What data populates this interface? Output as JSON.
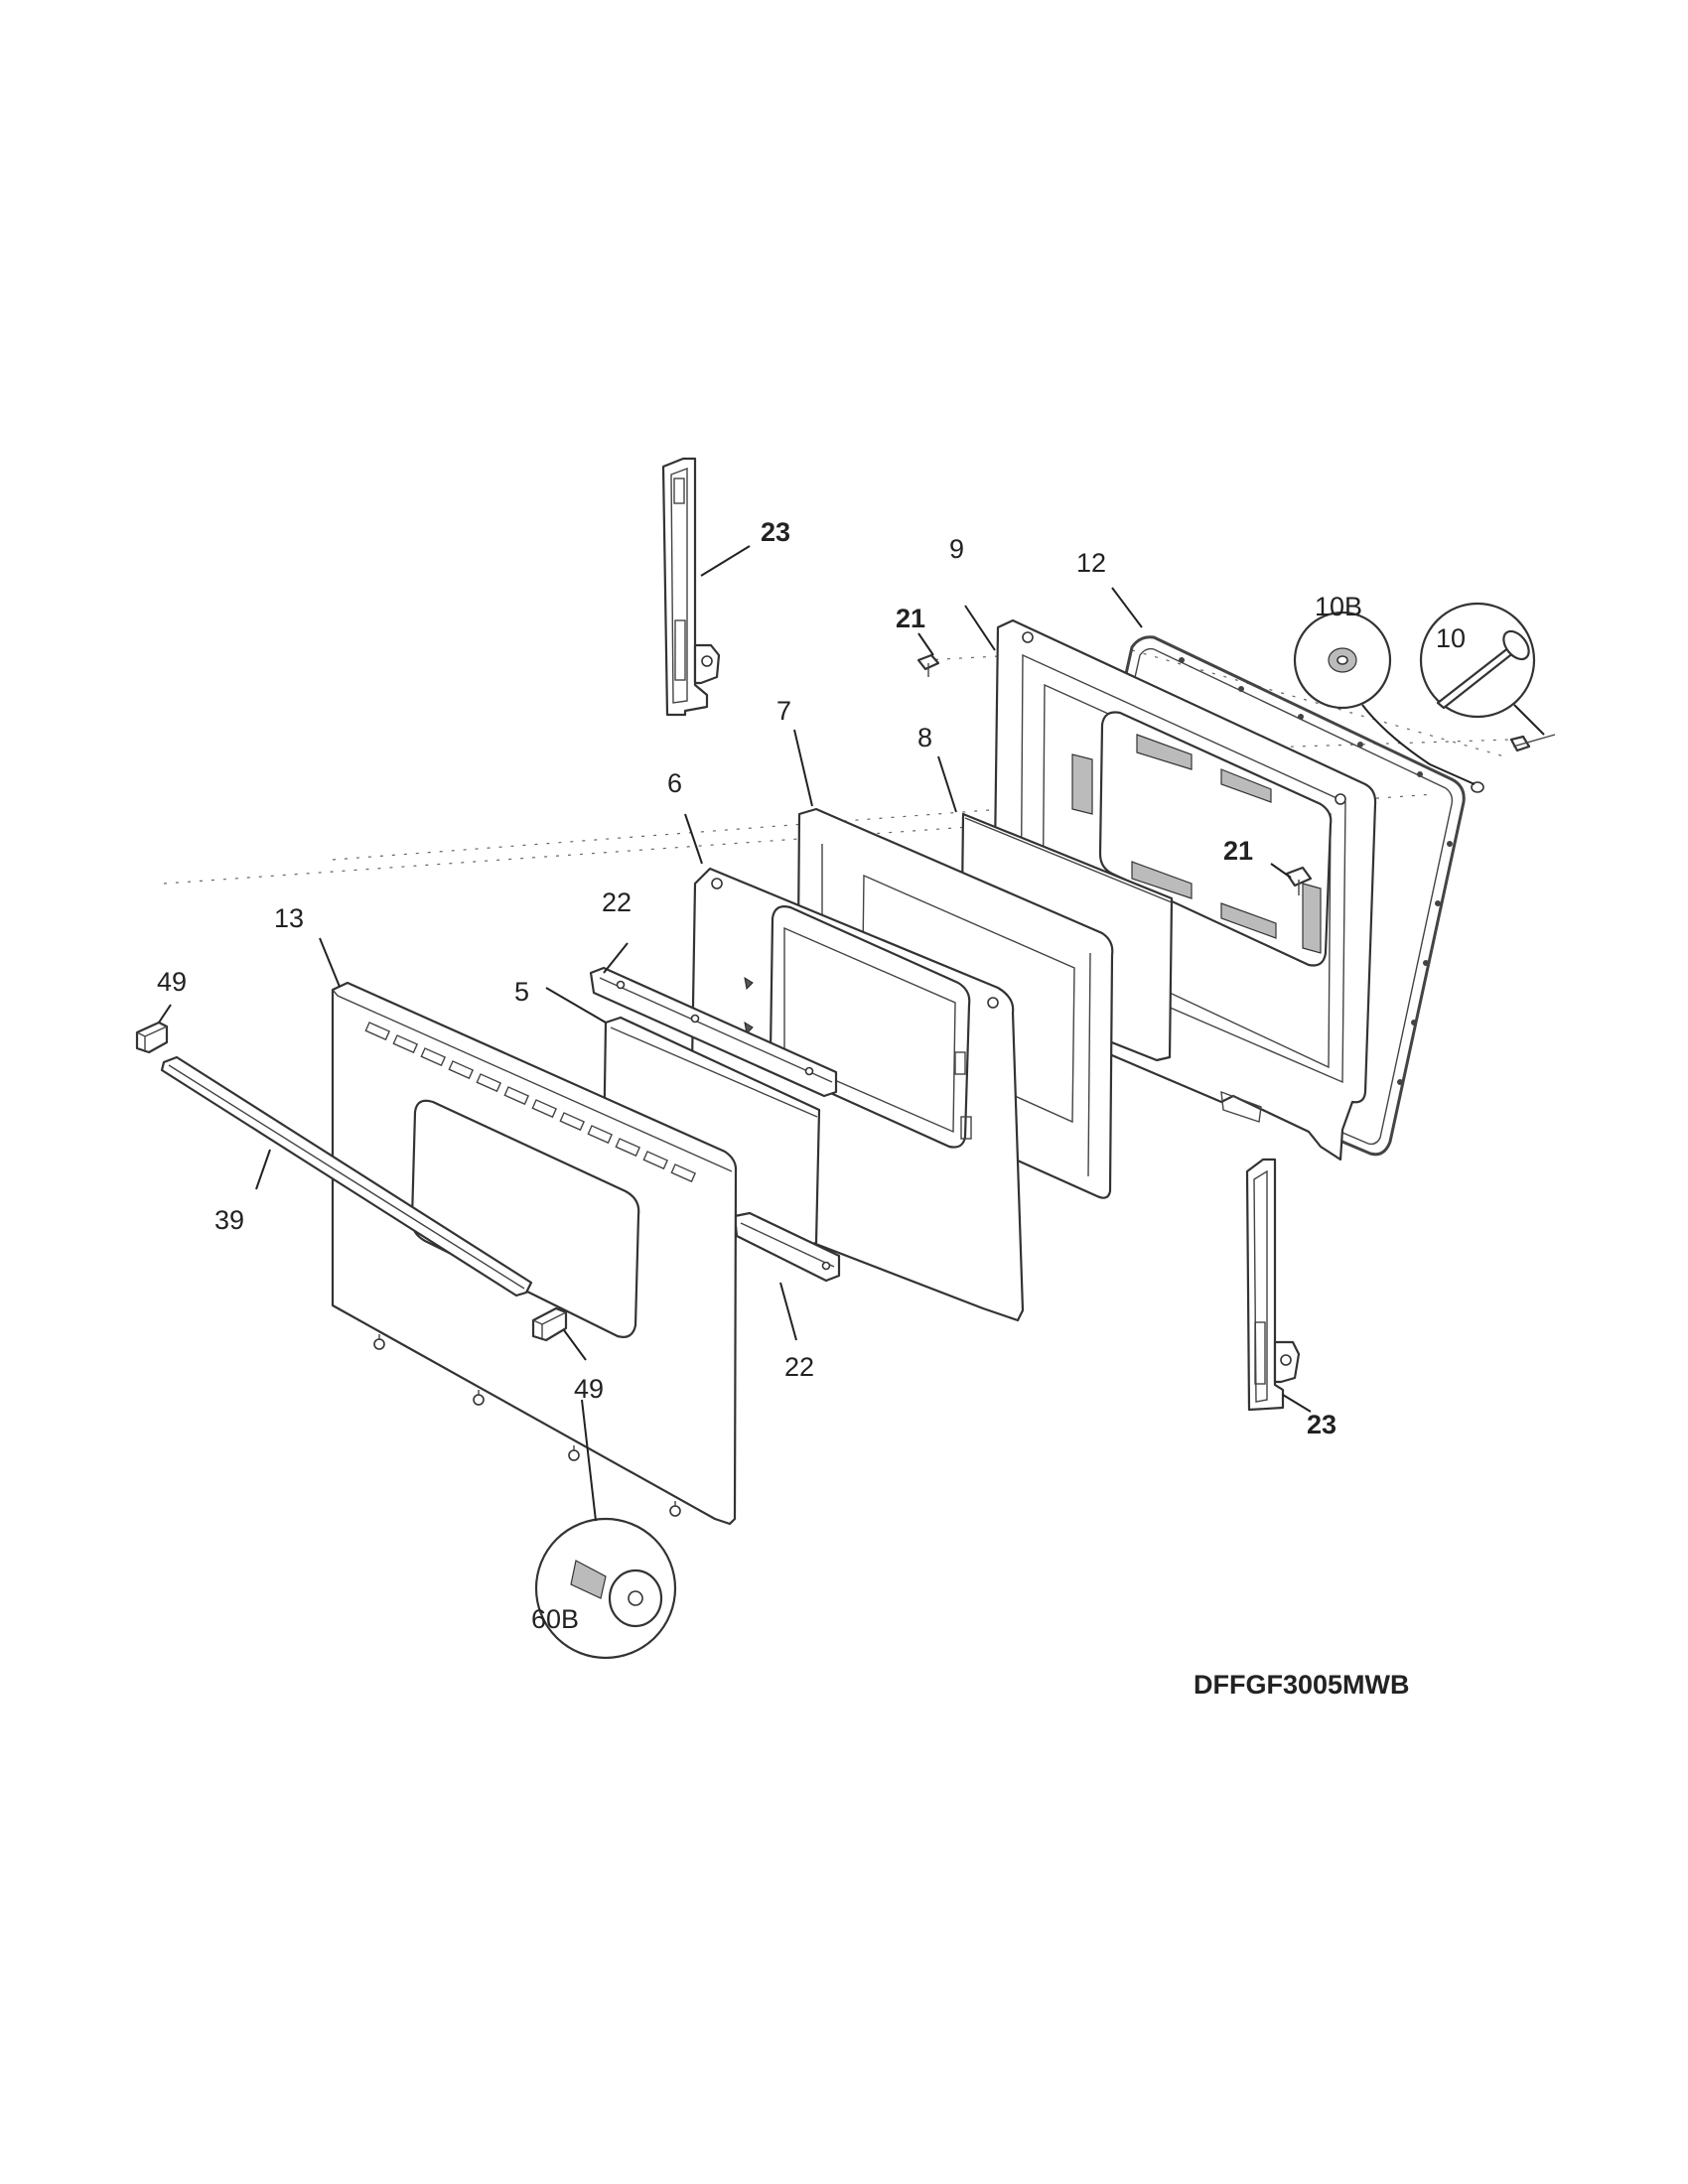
{
  "diagram": {
    "model_number": "DFFGF3005MWB",
    "callouts": {
      "hinge_top": "23",
      "hinge_bottom": "23",
      "inner_door": "9",
      "gasket": "12",
      "washer": "10B",
      "bolt": "10",
      "clip_top": "21",
      "clip_inner": "21",
      "insulation_frame": "7",
      "inner_glass": "8",
      "glass_frame": "6",
      "channel_top": "22",
      "channel_bottom": "22",
      "outer_panel": "13",
      "outer_glass": "5",
      "end_cap_left": "49",
      "end_cap_right": "49",
      "trim": "39",
      "screw": "60B"
    }
  }
}
